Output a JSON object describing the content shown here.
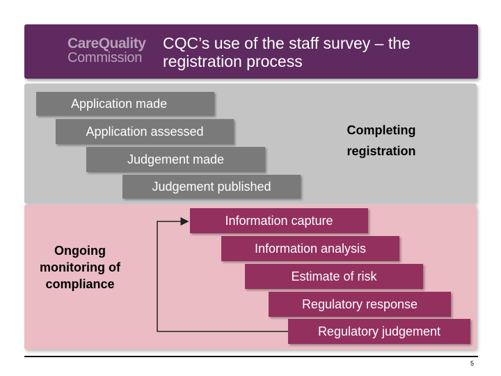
{
  "header": {
    "logo_line1": "CareQuality",
    "logo_line2": "Commission",
    "title": "CQC’s use of the staff survey – the registration process"
  },
  "registration": {
    "steps": [
      "Application made",
      "Application assessed",
      "Judgement made",
      "Judgement published"
    ],
    "label": "Completing registration"
  },
  "monitoring": {
    "steps": [
      "Information capture",
      "Information analysis",
      "Estimate of risk",
      "Regulatory response",
      "Regulatory judgement"
    ],
    "label": "Ongoing monitoring of compliance"
  },
  "colors": {
    "header_bg": "#5e2a5f",
    "grey_panel": "#c4c4c4",
    "pink_panel": "#ebbcc4",
    "grey_step": "#7a7a7a",
    "plum_step": "#93305e"
  },
  "footer": {
    "page_number": "5"
  }
}
